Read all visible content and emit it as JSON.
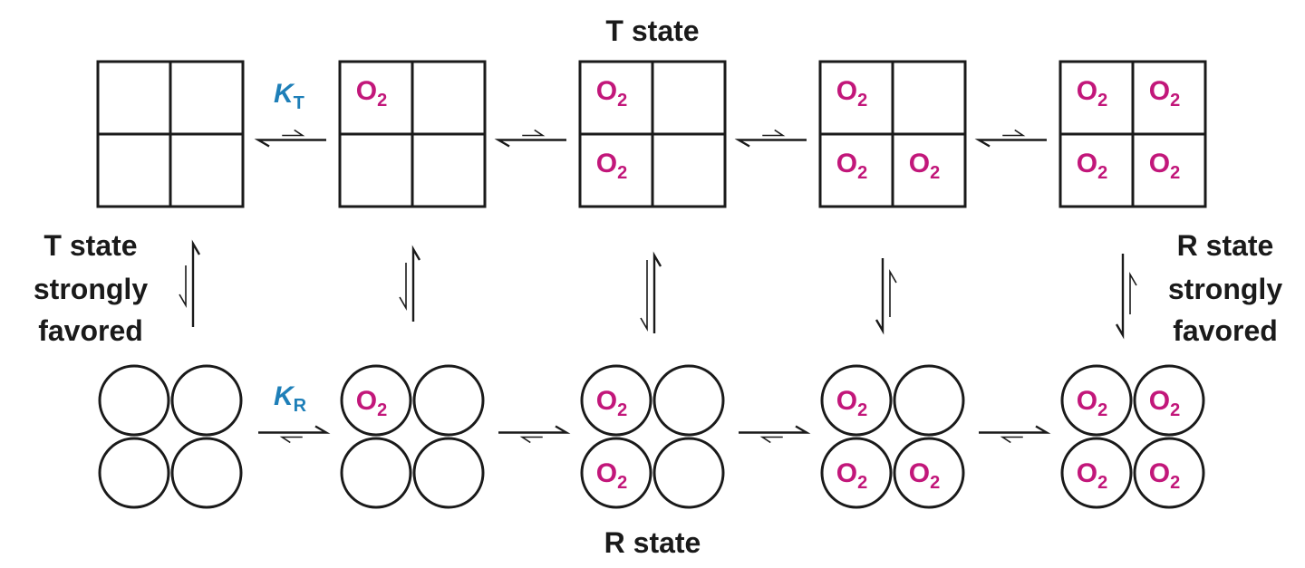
{
  "labels": {
    "t_state_title": "T state",
    "r_state_title": "R state",
    "left_side": [
      "T state",
      "strongly",
      "favored"
    ],
    "right_side": [
      "R state",
      "strongly",
      "favored"
    ],
    "kt": {
      "main": "K",
      "sub": "T"
    },
    "kr": {
      "main": "K",
      "sub": "R"
    },
    "o2": {
      "main": "O",
      "sub": "2"
    }
  },
  "t_states": [
    {
      "occupied": [
        false,
        false,
        false,
        false
      ]
    },
    {
      "occupied": [
        true,
        false,
        false,
        false
      ]
    },
    {
      "occupied": [
        true,
        false,
        true,
        false
      ]
    },
    {
      "occupied": [
        true,
        false,
        true,
        true
      ]
    },
    {
      "occupied": [
        true,
        true,
        true,
        true
      ]
    }
  ],
  "r_states": [
    {
      "occupied": [
        false,
        false,
        false,
        false
      ]
    },
    {
      "occupied": [
        true,
        false,
        false,
        false
      ]
    },
    {
      "occupied": [
        true,
        false,
        true,
        false
      ]
    },
    {
      "occupied": [
        true,
        false,
        true,
        true
      ]
    },
    {
      "occupied": [
        true,
        true,
        true,
        true
      ]
    }
  ],
  "colors": {
    "o2": "#c2177a",
    "constant": "#1e7fb8",
    "line": "#1a1a1a"
  }
}
